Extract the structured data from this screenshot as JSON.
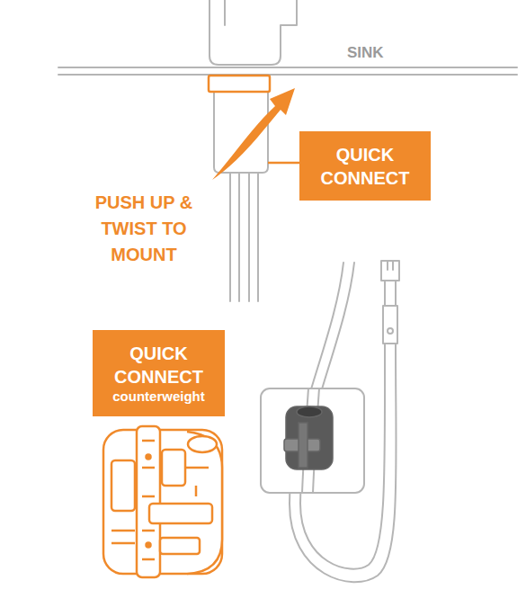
{
  "diagram": {
    "nodes": [
      {
        "text": [
          "QUICK CONNECT"
        ]
      },
      {
        "text": [
          "QUICK CONNECT",
          "counterweight"
        ]
      }
    ],
    "labels": [
      "SINK",
      "PUSH UP & TWIST TO MOUNT"
    ]
  }
}
